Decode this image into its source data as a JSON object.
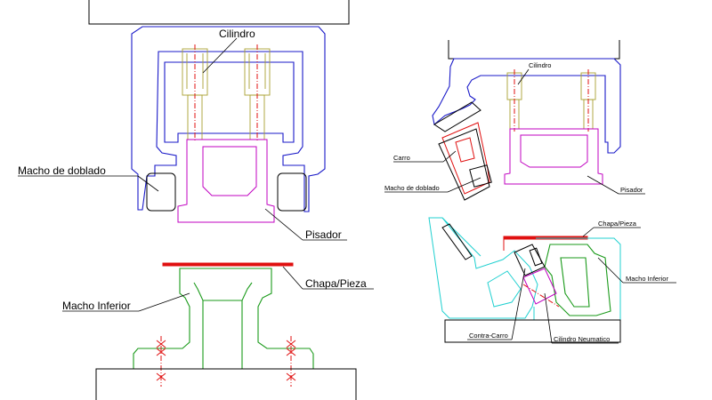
{
  "labels": {
    "a_cilindro": "Cilindro",
    "a_macho_doblado": "Macho de doblado",
    "a_pisador": "Pisador",
    "a_chapa": "Chapa/Pieza",
    "a_macho_inferior": "Macho Inferior",
    "b_cilindro": "Cilindro",
    "b_carro": "Carro",
    "b_macho_doblado": "Macho de doblado",
    "b_pisador": "Pisador",
    "c_chapa": "Chapa/Pieza",
    "c_macho_inferior": "Macho Inferior",
    "c_contra_carro": "Contra-Carro",
    "c_cilindro_neumatico": "Cilindro Neumatico"
  },
  "colors": {
    "upper_die": "#1a1ac8",
    "pressure_pad": "#c000c0",
    "cylinder": "#a8a030",
    "lower_die": "#1a9a1a",
    "sheet": "#e01010",
    "cam_block": "#20d0d0"
  }
}
